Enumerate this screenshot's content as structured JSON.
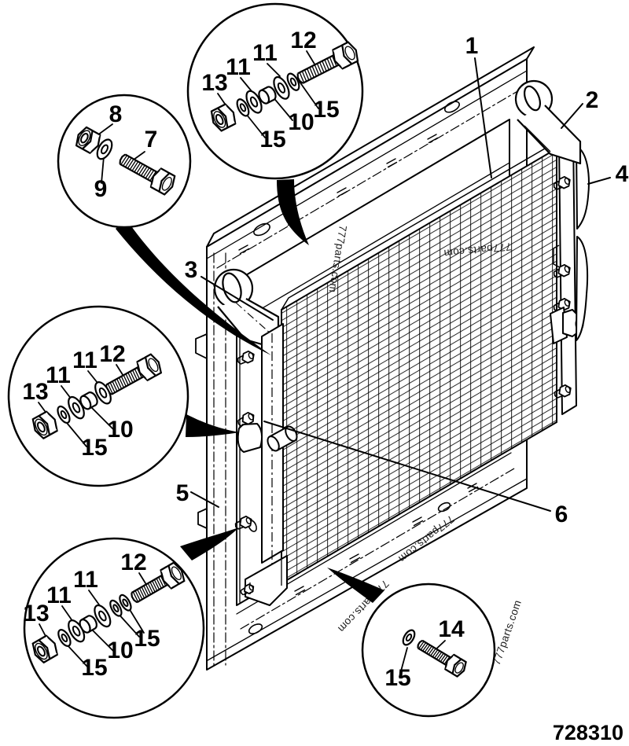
{
  "diagram": {
    "drawing_number": "728310",
    "watermark_text": "777parts.com",
    "part_labels": {
      "main": [
        "1",
        "2",
        "3",
        "4",
        "5",
        "6"
      ],
      "circle_a": [
        "8",
        "7",
        "9"
      ],
      "circle_b": [
        "13",
        "11",
        "11",
        "12",
        "15",
        "10",
        "15"
      ],
      "circle_c": [
        "13",
        "11",
        "11",
        "12",
        "15",
        "10"
      ],
      "circle_d": [
        "13",
        "11",
        "11",
        "12",
        "15",
        "10",
        "15"
      ],
      "circle_e": [
        "14",
        "15"
      ]
    }
  }
}
